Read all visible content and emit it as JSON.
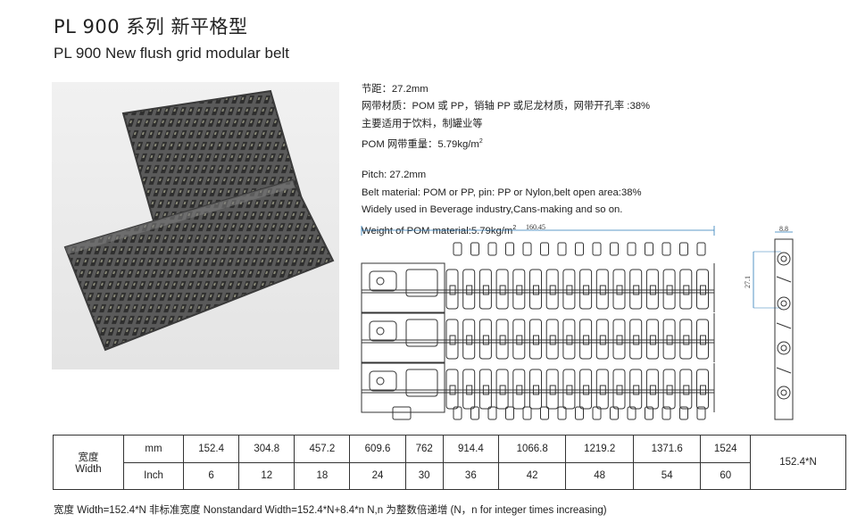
{
  "header": {
    "title_cn": "PL 900 系列 新平格型",
    "title_en": "PL 900 New flush grid modular belt"
  },
  "specs_cn": {
    "pitch": "节距：27.2mm",
    "material": "网带材质：POM 或 PP，销轴 PP 或尼龙材质，网带开孔率 :38%",
    "usage": "主要适用于饮料，制罐业等",
    "weight_prefix": "POM 网带重量：5.79kg/m",
    "weight_sup": "2"
  },
  "specs_en": {
    "pitch": "Pitch: 27.2mm",
    "material": "Belt material: POM or PP, pin: PP or Nylon,belt open area:38%",
    "usage": "Widely used in Beverage industry,Cans-making and so on.",
    "weight_prefix": "Weight of POM material:5.79kg/m",
    "weight_sup": "2"
  },
  "drawing": {
    "width_dim": "160.45",
    "pitch_dim": "27.1",
    "thickness_dim": "8.8"
  },
  "width_table": {
    "row_label_cn": "宽度",
    "row_label_en": "Width",
    "unit_mm": "mm",
    "unit_inch": "Inch",
    "mm_values": [
      "152.4",
      "304.8",
      "457.2",
      "609.6",
      "762",
      "914.4",
      "1066.8",
      "1219.2",
      "1371.6",
      "1524"
    ],
    "inch_values": [
      "6",
      "12",
      "18",
      "24",
      "30",
      "36",
      "42",
      "48",
      "54",
      "60"
    ],
    "formula": "152.4*N"
  },
  "footer": {
    "note": "宽度 Width=152.4*N   非标准宽度 Nonstandard Width=152.4*N+8.4*n   N,n 为整数倍递增 (N，n for integer times increasing)"
  }
}
